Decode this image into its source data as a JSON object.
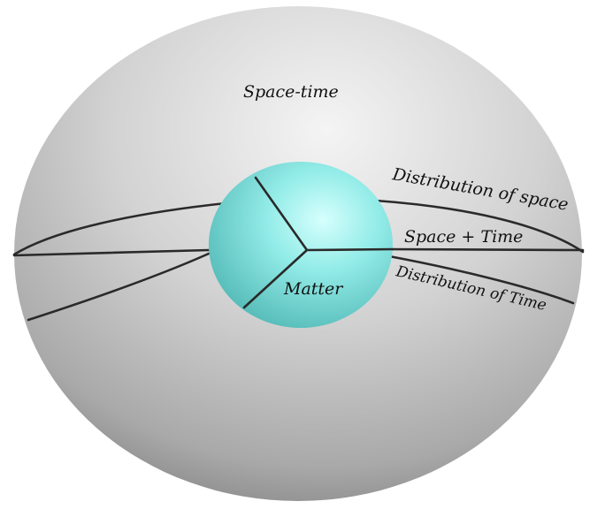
{
  "labels": {
    "space_time": "Space-time",
    "matter": "Matter",
    "distribution_of_space": "Distribution of space",
    "space_plus_time": "Space + Time",
    "distribution_of_time": "Distribution of Time"
  },
  "colors": {
    "outer_sphere": "#d4d4d4",
    "outer_sphere_dark": "#6d6d6d",
    "inner_sphere": "#8ff0ec",
    "inner_sphere_dark": "#3ea9a6",
    "lines": "#2a2a2a"
  }
}
